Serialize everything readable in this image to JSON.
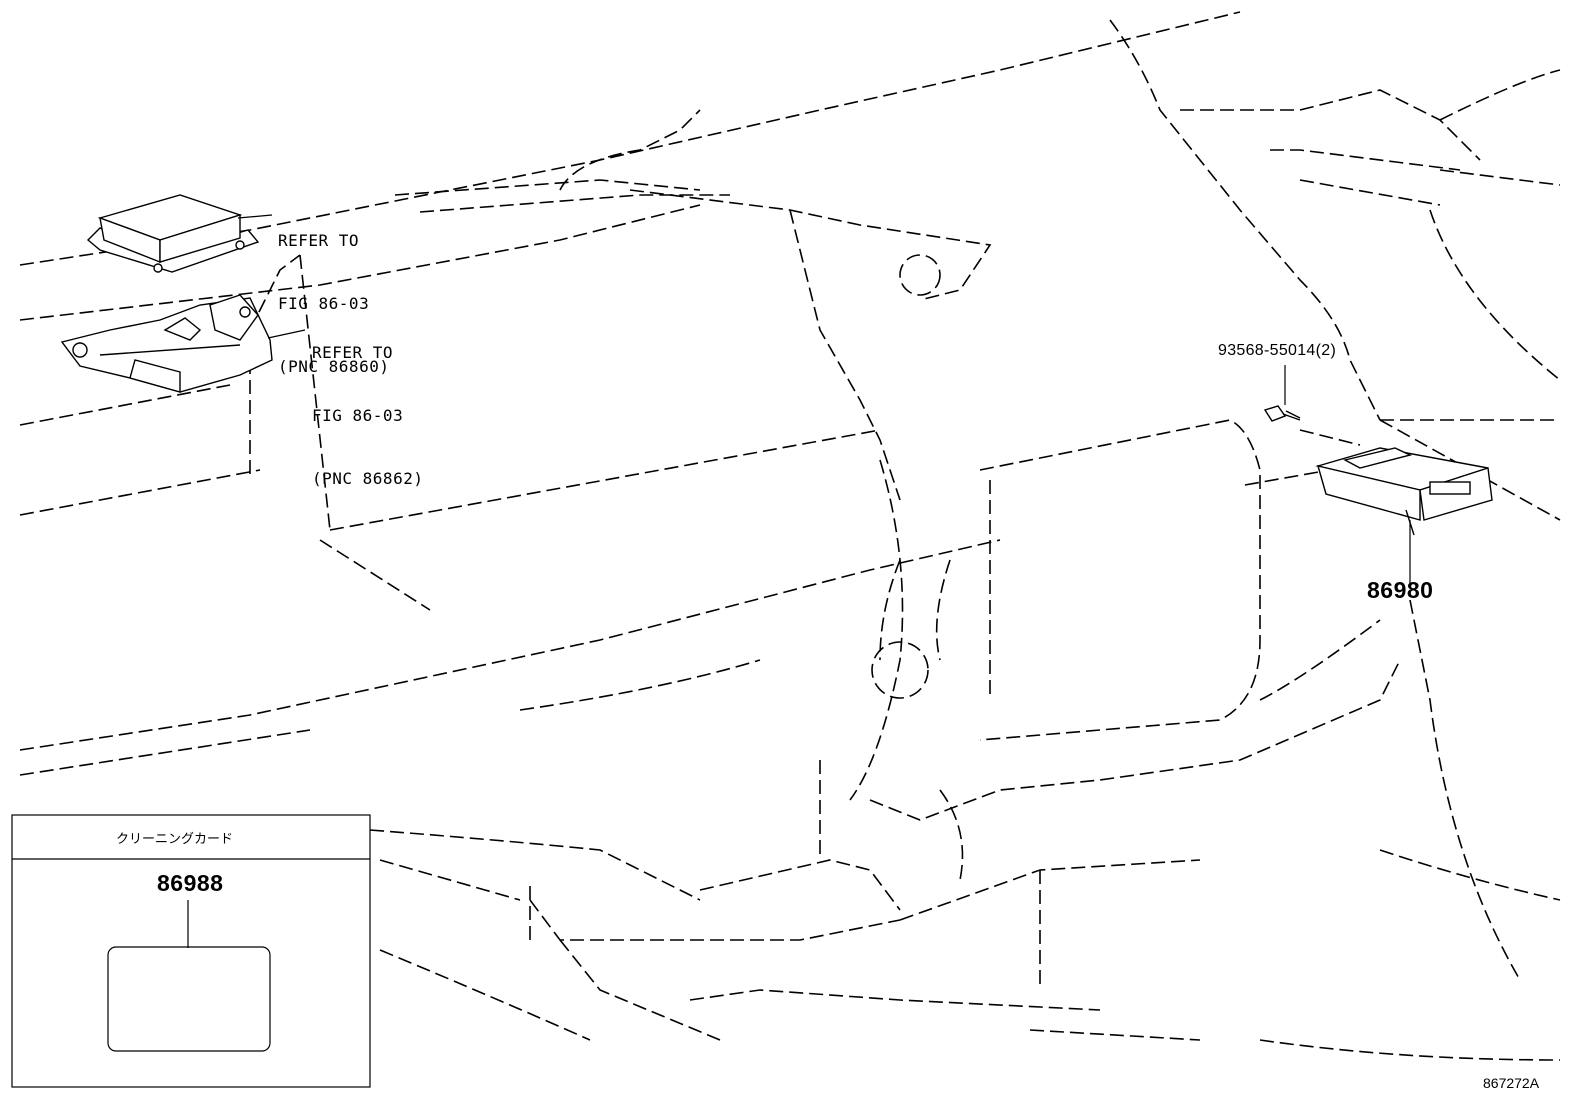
{
  "callouts": {
    "refer_86860": [
      "REFER TO",
      "FIG 86-03",
      "(PNC 86860)"
    ],
    "refer_86862": [
      "REFER TO",
      "FIG 86-03",
      "(PNC 86862)"
    ]
  },
  "parts": {
    "screw": "93568-55014(2)",
    "module": "86980",
    "cleaning_card": "86988"
  },
  "inset": {
    "title": "クリーニングカード"
  },
  "illustration_ref": "867272A",
  "colors": {
    "line": "#000000",
    "background": "#ffffff"
  }
}
